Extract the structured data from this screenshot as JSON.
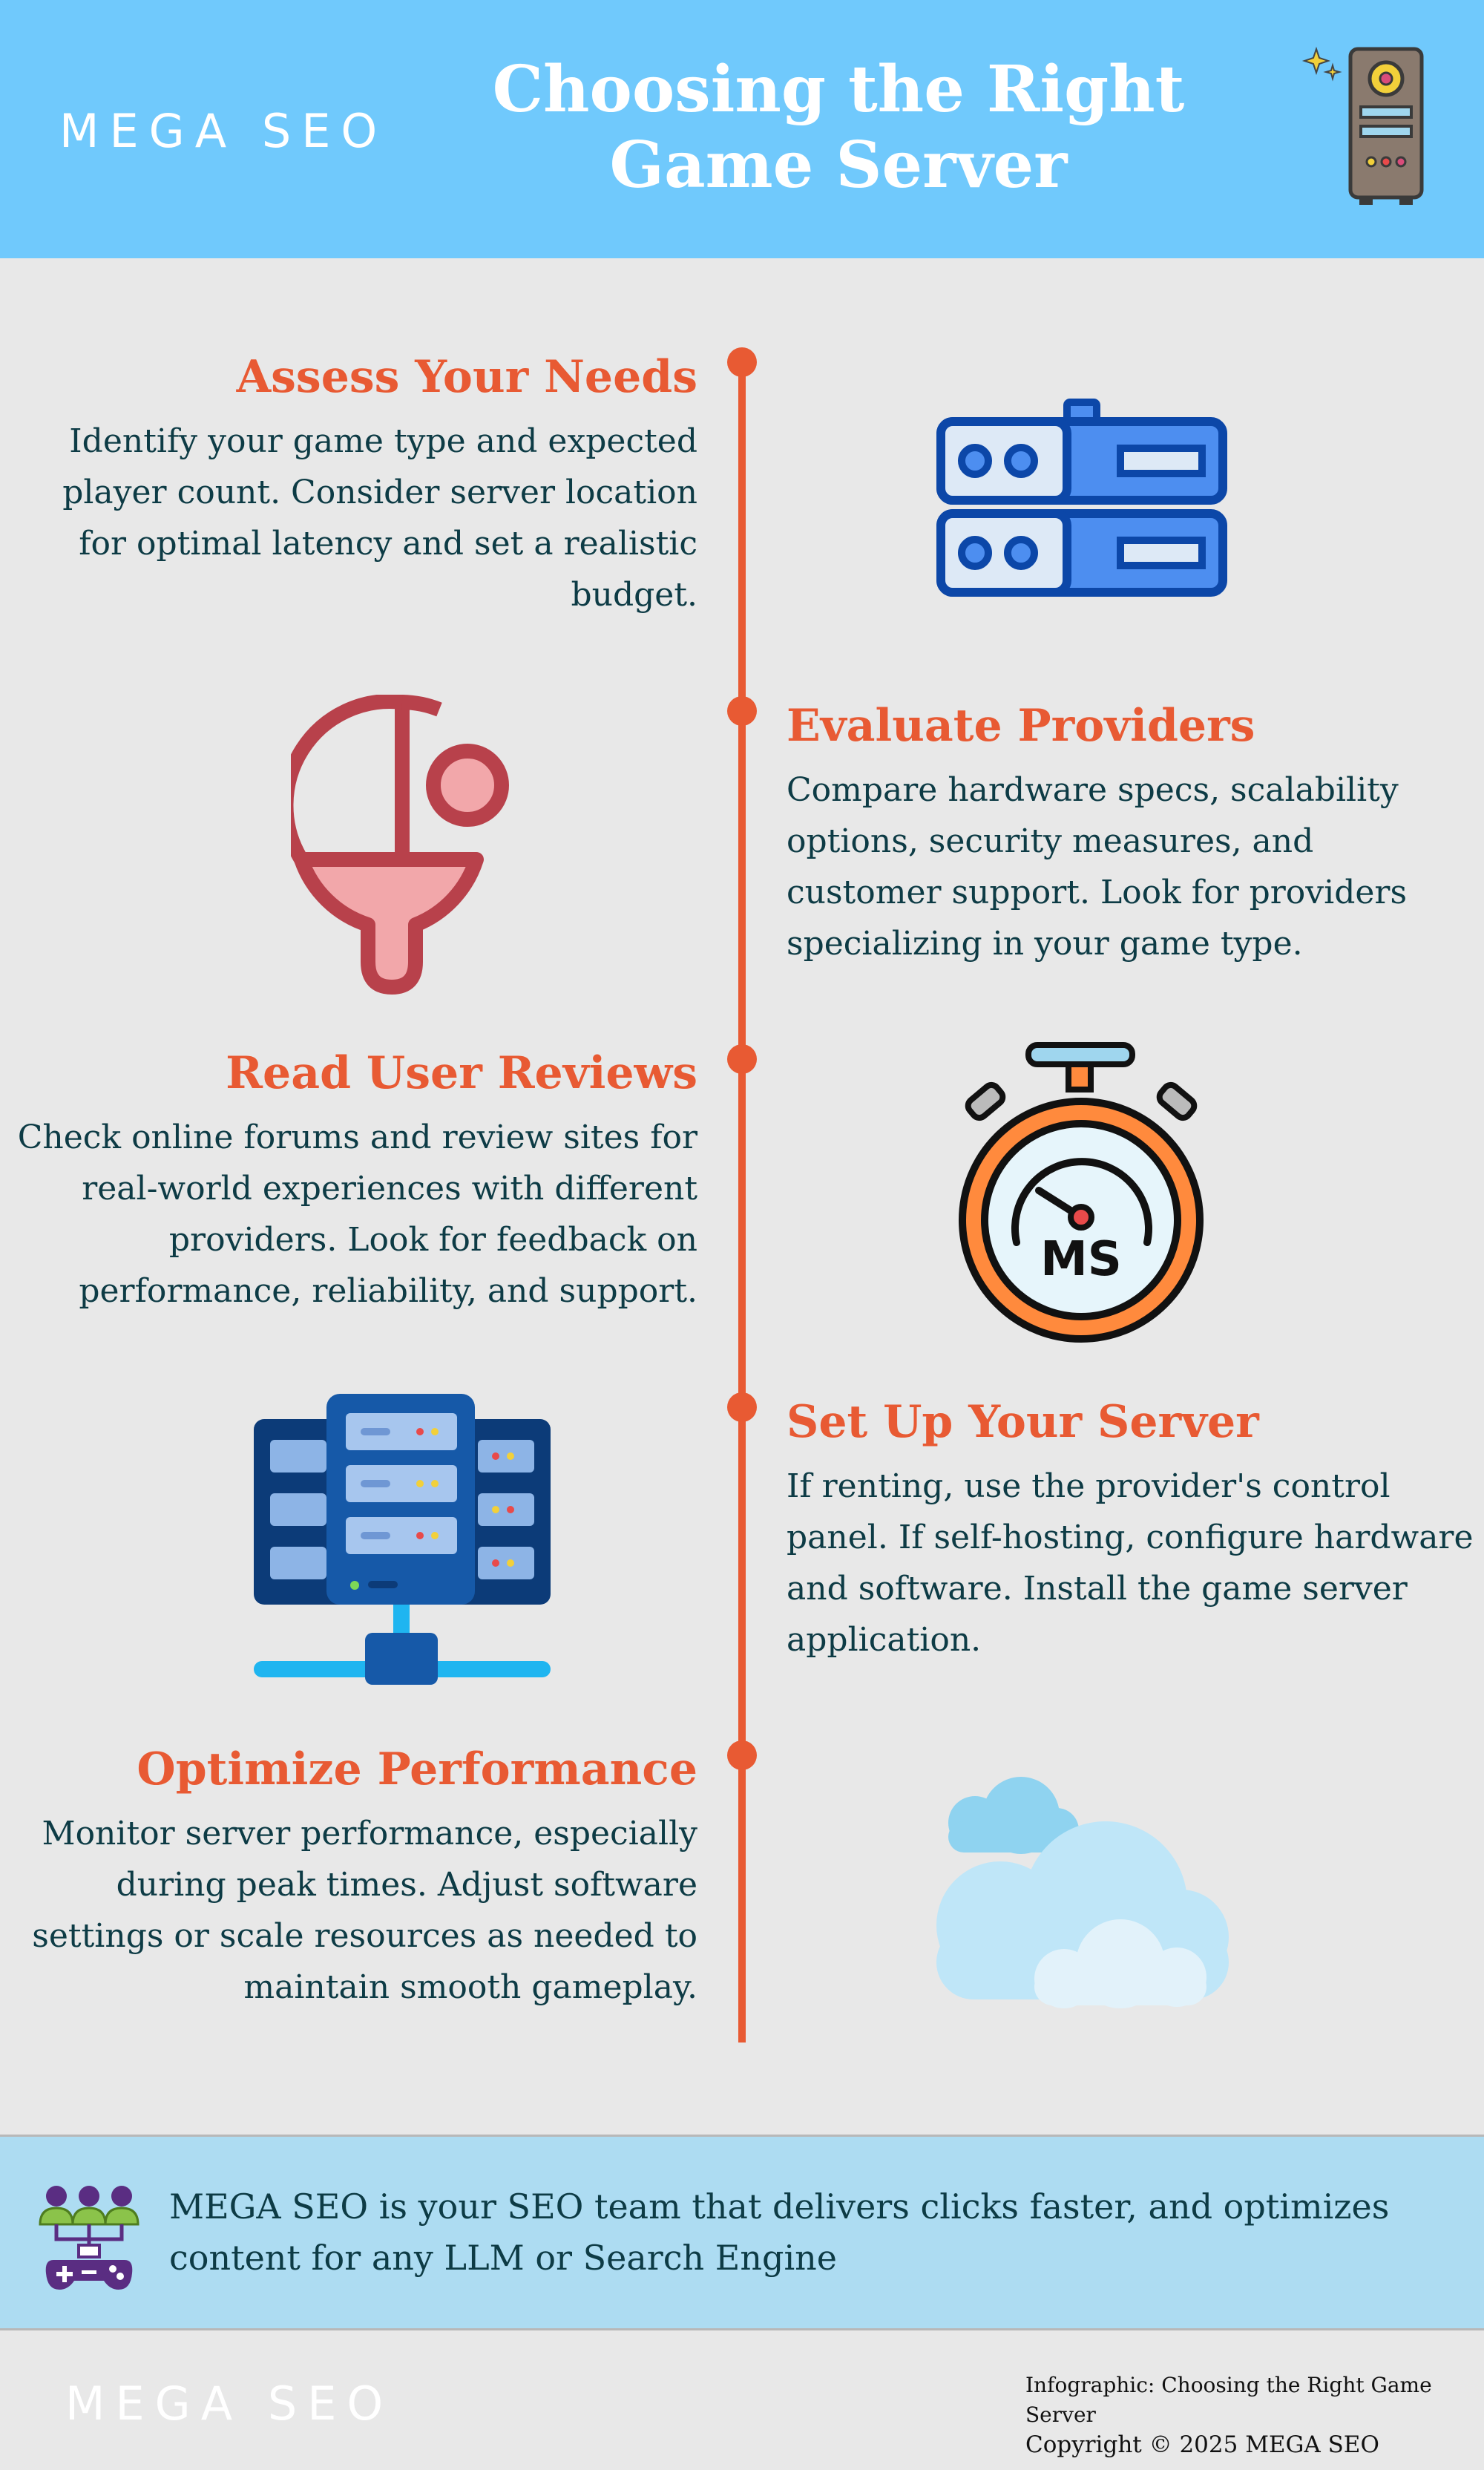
{
  "header": {
    "logo": "MEGA SEO",
    "title": "Choosing the Right Game Server",
    "icon": "server-tower-icon"
  },
  "steps": [
    {
      "title": "Assess Your Needs",
      "text": "Identify your game type and expected player count. Consider server location for optimal latency and set a realistic budget.",
      "icon": "server-rack-icon"
    },
    {
      "title": "Evaluate Providers",
      "text": "Compare hardware specs, scalability options, security measures, and customer support. Look for providers specializing in your game type.",
      "icon": "ping-pong-paddle-icon"
    },
    {
      "title": "Read User Reviews",
      "text": "Check online forums and review sites for real-world experiences with different providers. Look for feedback on performance, reliability, and support.",
      "icon": "stopwatch-icon",
      "icon_label": "MS"
    },
    {
      "title": "Set Up Your Server",
      "text": "If renting, use the provider's control panel. If self-hosting, configure hardware and software. Install the game server application.",
      "icon": "server-network-icon"
    },
    {
      "title": "Optimize Performance",
      "text": "Monitor server performance, especially during peak times. Adjust software settings or scale resources as needed to maintain smooth gameplay.",
      "icon": "cloud-icon"
    }
  ],
  "promo": {
    "text": "MEGA SEO is your SEO team that delivers clicks faster, and optimizes content for any LLM or Search Engine",
    "icon": "gamers-controller-icon"
  },
  "footer": {
    "logo": "MEGA SEO",
    "caption": "Infographic: Choosing the Right Game Server",
    "copyright": "Copyright © 2025 MEGA SEO"
  },
  "colors": {
    "header_bg": "#70c9fc",
    "accent": "#e85a33",
    "body_bg": "#e8e8e8",
    "promo_bg": "#addcf2",
    "text": "#0d3b45"
  }
}
